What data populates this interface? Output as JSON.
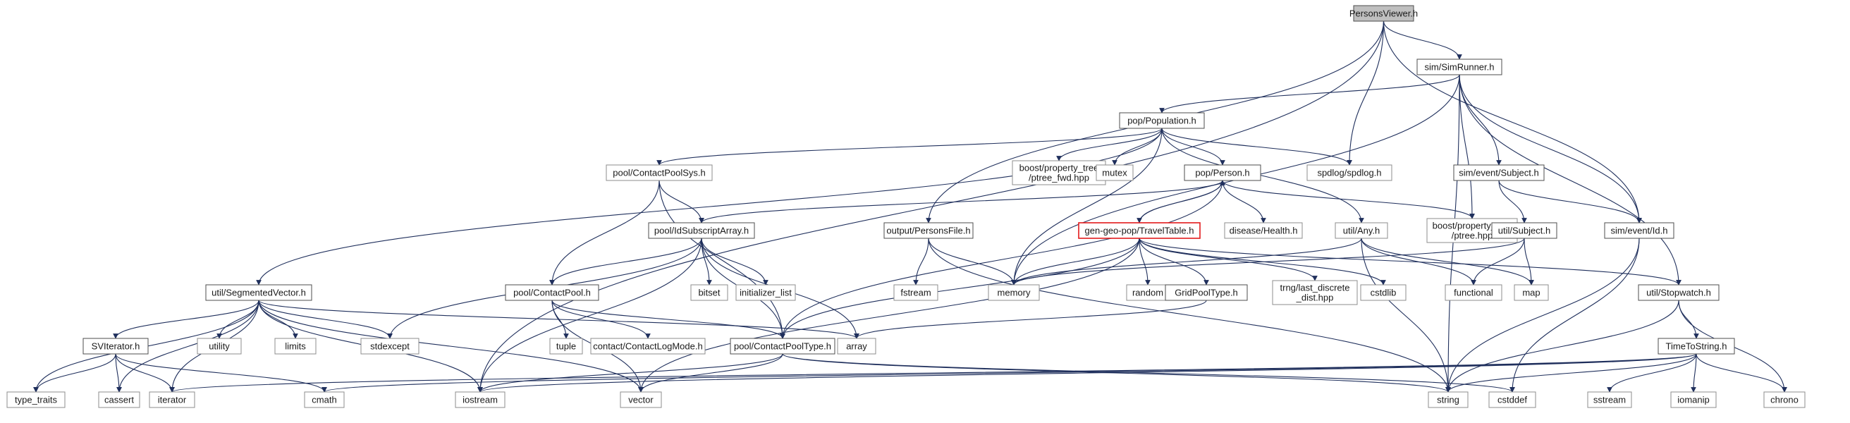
{
  "nodes": [
    {
      "id": "root",
      "lines": [
        "PersonsViewer.h"
      ],
      "kind": "root"
    },
    {
      "id": "simrunner",
      "lines": [
        "sim/SimRunner.h"
      ],
      "kind": "doc"
    },
    {
      "id": "population",
      "lines": [
        "pop/Population.h"
      ],
      "kind": "doc"
    },
    {
      "id": "ptreefwd",
      "lines": [
        "boost/property_tree",
        "/ptree_fwd.hpp"
      ],
      "kind": "ext"
    },
    {
      "id": "mutex",
      "lines": [
        "mutex"
      ],
      "kind": "ext"
    },
    {
      "id": "spdlog",
      "lines": [
        "spdlog/spdlog.h"
      ],
      "kind": "ext"
    },
    {
      "id": "subjecth",
      "lines": [
        "sim/event/Subject.h"
      ],
      "kind": "doc"
    },
    {
      "id": "contactpoolsys",
      "lines": [
        "pool/ContactPoolSys.h"
      ],
      "kind": "ext"
    },
    {
      "id": "person",
      "lines": [
        "pop/Person.h"
      ],
      "kind": "doc"
    },
    {
      "id": "idsubscript",
      "lines": [
        "pool/IdSubscriptArray.h"
      ],
      "kind": "doc"
    },
    {
      "id": "personsfile",
      "lines": [
        "output/PersonsFile.h"
      ],
      "kind": "doc"
    },
    {
      "id": "travel",
      "lines": [
        "gen-geo-pop/TravelTable.h"
      ],
      "kind": "highlight"
    },
    {
      "id": "health",
      "lines": [
        "disease/Health.h"
      ],
      "kind": "ext"
    },
    {
      "id": "anyh",
      "lines": [
        "util/Any.h"
      ],
      "kind": "ext"
    },
    {
      "id": "ptree",
      "lines": [
        "boost/property_tree",
        "/ptree.hpp"
      ],
      "kind": "ext"
    },
    {
      "id": "utilsubject",
      "lines": [
        "util/Subject.h"
      ],
      "kind": "doc"
    },
    {
      "id": "evid",
      "lines": [
        "sim/event/Id.h"
      ],
      "kind": "doc"
    },
    {
      "id": "segvec",
      "lines": [
        "util/SegmentedVector.h"
      ],
      "kind": "doc"
    },
    {
      "id": "contactpool",
      "lines": [
        "pool/ContactPool.h"
      ],
      "kind": "doc"
    },
    {
      "id": "bitset",
      "lines": [
        "bitset"
      ],
      "kind": "ext"
    },
    {
      "id": "initlist",
      "lines": [
        "initializer_list"
      ],
      "kind": "ext"
    },
    {
      "id": "fstream",
      "lines": [
        "fstream"
      ],
      "kind": "ext"
    },
    {
      "id": "memory",
      "lines": [
        "memory"
      ],
      "kind": "ext"
    },
    {
      "id": "random",
      "lines": [
        "random"
      ],
      "kind": "ext"
    },
    {
      "id": "gridpool",
      "lines": [
        "GridPoolType.h"
      ],
      "kind": "doc"
    },
    {
      "id": "trngdist",
      "lines": [
        "trng/last_discrete",
        "_dist.hpp"
      ],
      "kind": "ext"
    },
    {
      "id": "cstdlib",
      "lines": [
        "cstdlib"
      ],
      "kind": "ext"
    },
    {
      "id": "functional",
      "lines": [
        "functional"
      ],
      "kind": "ext"
    },
    {
      "id": "map",
      "lines": [
        "map"
      ],
      "kind": "ext"
    },
    {
      "id": "stopwatch",
      "lines": [
        "util/Stopwatch.h"
      ],
      "kind": "doc"
    },
    {
      "id": "svit",
      "lines": [
        "SVIterator.h"
      ],
      "kind": "doc"
    },
    {
      "id": "utility",
      "lines": [
        "utility"
      ],
      "kind": "ext"
    },
    {
      "id": "limits",
      "lines": [
        "limits"
      ],
      "kind": "ext"
    },
    {
      "id": "stdexcept",
      "lines": [
        "stdexcept"
      ],
      "kind": "ext"
    },
    {
      "id": "tuple",
      "lines": [
        "tuple"
      ],
      "kind": "ext"
    },
    {
      "id": "contactlog",
      "lines": [
        "contact/ContactLogMode.h"
      ],
      "kind": "ext"
    },
    {
      "id": "cptype",
      "lines": [
        "pool/ContactPoolType.h"
      ],
      "kind": "doc"
    },
    {
      "id": "array",
      "lines": [
        "array"
      ],
      "kind": "ext"
    },
    {
      "id": "timetostr",
      "lines": [
        "TimeToString.h"
      ],
      "kind": "doc"
    },
    {
      "id": "typetraits",
      "lines": [
        "type_traits"
      ],
      "kind": "ext"
    },
    {
      "id": "cassert",
      "lines": [
        "cassert"
      ],
      "kind": "ext"
    },
    {
      "id": "iterator",
      "lines": [
        "iterator"
      ],
      "kind": "ext"
    },
    {
      "id": "cmath",
      "lines": [
        "cmath"
      ],
      "kind": "ext"
    },
    {
      "id": "iostream",
      "lines": [
        "iostream"
      ],
      "kind": "ext"
    },
    {
      "id": "vector",
      "lines": [
        "vector"
      ],
      "kind": "ext"
    },
    {
      "id": "string",
      "lines": [
        "string"
      ],
      "kind": "ext"
    },
    {
      "id": "cstddef",
      "lines": [
        "cstddef"
      ],
      "kind": "ext"
    },
    {
      "id": "sstream",
      "lines": [
        "sstream"
      ],
      "kind": "ext"
    },
    {
      "id": "iomanip",
      "lines": [
        "iomanip"
      ],
      "kind": "ext"
    },
    {
      "id": "chrono",
      "lines": [
        "chrono"
      ],
      "kind": "ext"
    }
  ],
  "edges": [
    [
      "root",
      "simrunner"
    ],
    [
      "root",
      "spdlog"
    ],
    [
      "root",
      "evid"
    ],
    [
      "root",
      "personsfile"
    ],
    [
      "root",
      "iostream"
    ],
    [
      "simrunner",
      "population"
    ],
    [
      "simrunner",
      "memory"
    ],
    [
      "simrunner",
      "ptree"
    ],
    [
      "simrunner",
      "subjecth"
    ],
    [
      "simrunner",
      "evid"
    ],
    [
      "simrunner",
      "stopwatch"
    ],
    [
      "simrunner",
      "string"
    ],
    [
      "population",
      "ptreefwd"
    ],
    [
      "population",
      "mutex"
    ],
    [
      "population",
      "spdlog"
    ],
    [
      "population",
      "contactpoolsys"
    ],
    [
      "population",
      "person"
    ],
    [
      "population",
      "anyh"
    ],
    [
      "population",
      "segvec"
    ],
    [
      "population",
      "memory"
    ],
    [
      "subjecth",
      "utilsubject"
    ],
    [
      "subjecth",
      "evid"
    ],
    [
      "contactpoolsys",
      "idsubscript"
    ],
    [
      "contactpoolsys",
      "contactpool"
    ],
    [
      "contactpoolsys",
      "cptype"
    ],
    [
      "person",
      "travel"
    ],
    [
      "person",
      "health"
    ],
    [
      "person",
      "ptree"
    ],
    [
      "person",
      "idsubscript"
    ],
    [
      "person",
      "cptype"
    ],
    [
      "travel",
      "person"
    ],
    [
      "travel",
      "memory"
    ],
    [
      "travel",
      "random"
    ],
    [
      "travel",
      "gridpool"
    ],
    [
      "travel",
      "trngdist"
    ],
    [
      "travel",
      "cstdlib"
    ],
    [
      "travel",
      "stopwatch"
    ],
    [
      "travel",
      "cptype"
    ],
    [
      "travel",
      "vector"
    ],
    [
      "idsubscript",
      "contactpool"
    ],
    [
      "idsubscript",
      "bitset"
    ],
    [
      "idsubscript",
      "initlist"
    ],
    [
      "idsubscript",
      "stdexcept"
    ],
    [
      "idsubscript",
      "array"
    ],
    [
      "idsubscript",
      "iostream"
    ],
    [
      "idsubscript",
      "cptype"
    ],
    [
      "personsfile",
      "fstream"
    ],
    [
      "personsfile",
      "memory"
    ],
    [
      "personsfile",
      "string"
    ],
    [
      "anyh",
      "memory"
    ],
    [
      "anyh",
      "functional"
    ],
    [
      "anyh",
      "map"
    ],
    [
      "anyh",
      "string"
    ],
    [
      "utilsubject",
      "memory"
    ],
    [
      "utilsubject",
      "functional"
    ],
    [
      "utilsubject",
      "map"
    ],
    [
      "evid",
      "string"
    ],
    [
      "evid",
      "cstddef"
    ],
    [
      "segvec",
      "svit"
    ],
    [
      "segvec",
      "utility"
    ],
    [
      "segvec",
      "limits"
    ],
    [
      "segvec",
      "stdexcept"
    ],
    [
      "segvec",
      "array"
    ],
    [
      "segvec",
      "typetraits"
    ],
    [
      "segvec",
      "cassert"
    ],
    [
      "segvec",
      "iterator"
    ],
    [
      "segvec",
      "iostream"
    ],
    [
      "segvec",
      "vector"
    ],
    [
      "contactpool",
      "tuple"
    ],
    [
      "contactpool",
      "contactlog"
    ],
    [
      "contactpool",
      "cptype"
    ],
    [
      "contactpool",
      "vector"
    ],
    [
      "gridpool",
      "array"
    ],
    [
      "stopwatch",
      "timetostr"
    ],
    [
      "stopwatch",
      "string"
    ],
    [
      "stopwatch",
      "chrono"
    ],
    [
      "svit",
      "typetraits"
    ],
    [
      "svit",
      "cassert"
    ],
    [
      "svit",
      "iterator"
    ],
    [
      "svit",
      "cmath"
    ],
    [
      "cptype",
      "iostream"
    ],
    [
      "cptype",
      "string"
    ],
    [
      "cptype",
      "cstddef"
    ],
    [
      "cptype",
      "vector"
    ],
    [
      "timetostr",
      "iomanip"
    ],
    [
      "timetostr",
      "sstream"
    ],
    [
      "timetostr",
      "string"
    ],
    [
      "timetostr",
      "chrono"
    ],
    [
      "timetostr",
      "cmath"
    ],
    [
      "timetostr",
      "iostream"
    ],
    [
      "timetostr",
      "iterator"
    ]
  ]
}
